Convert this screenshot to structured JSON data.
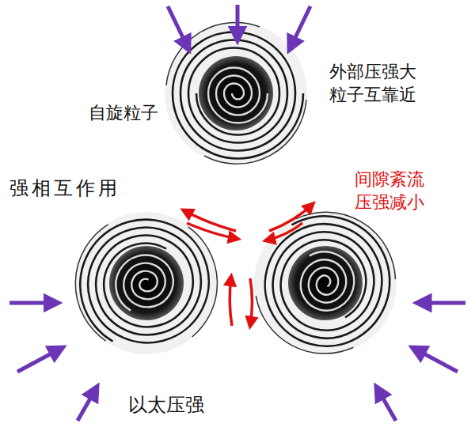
{
  "diagram": {
    "labels": [
      "外部压强大 粒子互靠近",
      "自旋粒子",
      "强相互作用",
      "间隙紊流 压强减小",
      "以太压强"
    ]
  }
}
